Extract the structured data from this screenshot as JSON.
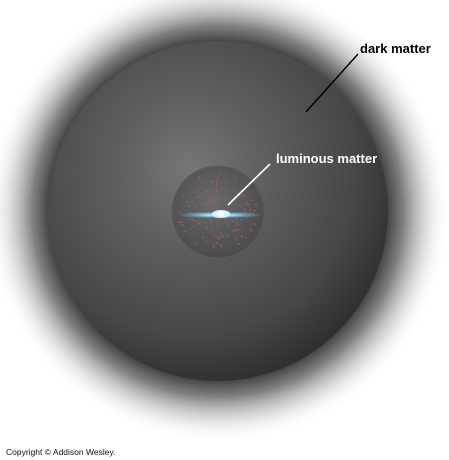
{
  "labels": {
    "dark_matter": "dark matter",
    "luminous_matter": "luminous matter"
  },
  "copyright": "Copyright © Addison Wesley.",
  "colors": {
    "halo_core": "#6b6b6b",
    "halo_mid": "#505050",
    "halo_edge": "#2b2b2b",
    "halo_glow": "#9a9a9a",
    "star_dots": "#b85a6a",
    "disk": "#7ec8f0",
    "disk_core": "#e8f6ff"
  }
}
